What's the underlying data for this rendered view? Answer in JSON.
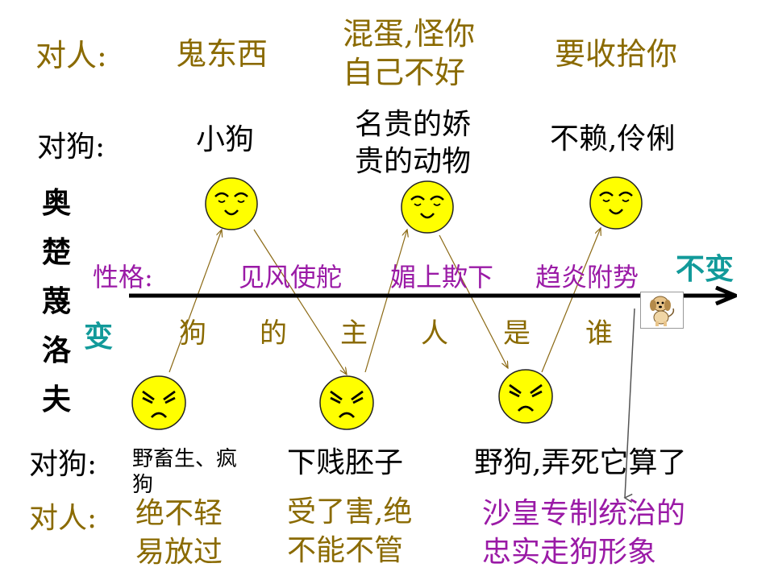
{
  "top": {
    "to_people_label": "对人:",
    "to_people": [
      "鬼东西",
      "混蛋,怪你\n自己不好",
      "要收拾你"
    ],
    "to_dog_label": "对狗:",
    "to_dog": [
      "小狗",
      "名贵的娇\n贵的动物",
      "不赖,伶俐"
    ]
  },
  "bottom": {
    "to_dog_label": "对狗:",
    "to_dog": [
      "野畜生、疯\n狗",
      "下贱胚子",
      "野狗,弄死它算了"
    ],
    "to_people_label": "对人:",
    "to_people": [
      "绝不轻\n易放过",
      "受了害,绝\n不能不管",
      "沙皇专制统治的\n忠实走狗形象"
    ]
  },
  "character_name": [
    "奥",
    "楚",
    "蔑",
    "洛",
    "夫"
  ],
  "axis": {
    "personality_label": "性格:",
    "traits": [
      "见风使舵",
      "媚上欺下",
      "趋炎附势"
    ],
    "left_end": "变",
    "right_end": "不变",
    "owner_question": [
      "狗",
      "的",
      "主",
      "人",
      "是",
      "谁"
    ]
  },
  "colors": {
    "label_brown": "#8a6a00",
    "trait_purple": "#9a1aa6",
    "end_teal": "#129a9a",
    "face_yellow": "#ffff00",
    "arrow_brown": "#8b6914"
  },
  "faces": [
    "smiling-face-icon",
    "smiling-face-icon",
    "smiling-face-icon",
    "angry-face-icon",
    "angry-face-icon",
    "angry-face-icon"
  ],
  "dog_icon": "dog-icon"
}
